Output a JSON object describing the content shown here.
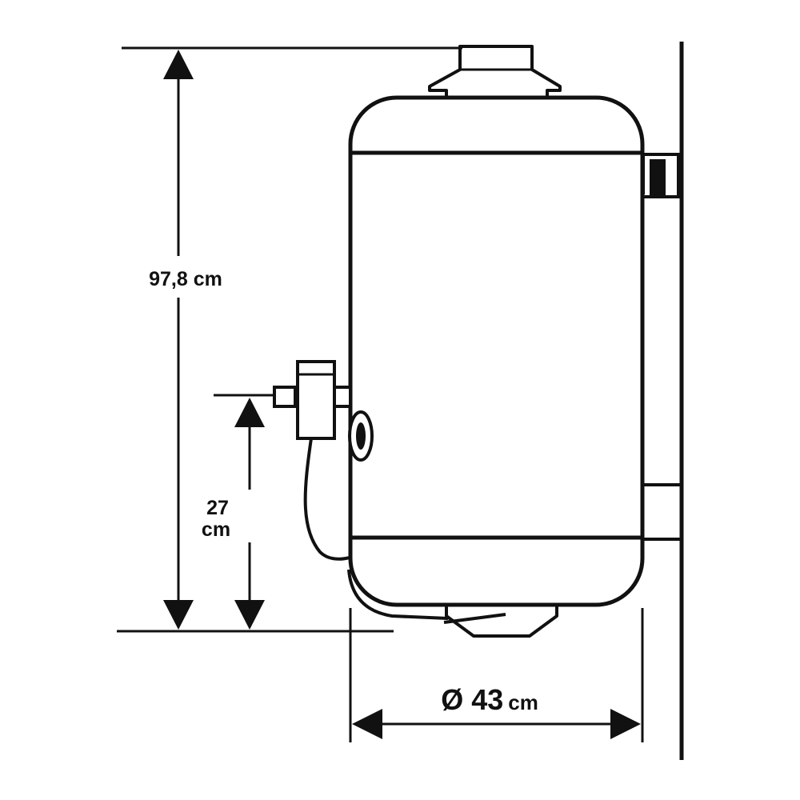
{
  "dimensions": {
    "height_label": "97,8 cm",
    "inlet_height_value": "27",
    "inlet_height_unit": "cm",
    "diameter_value": "Ø 43",
    "diameter_unit": "cm"
  },
  "colors": {
    "stroke": "#111111",
    "background": "#ffffff"
  }
}
